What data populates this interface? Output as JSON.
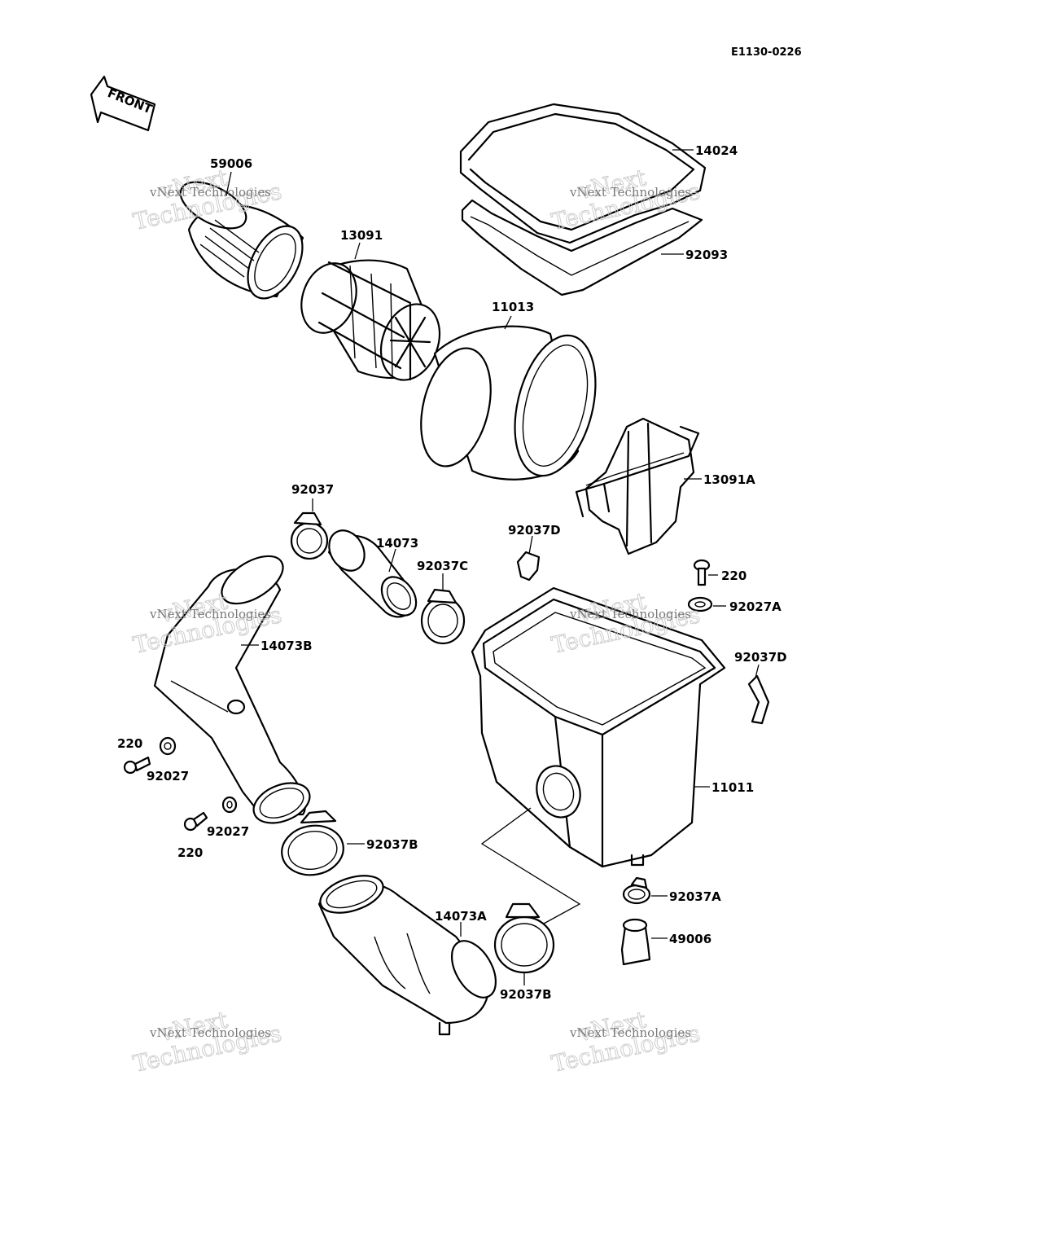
{
  "diagram_code": "E1130-0226",
  "front_arrow_label": "FRONT",
  "watermark": {
    "line1": "vNext",
    "line2": "Technologies",
    "small": "vNext Technologies"
  },
  "part_labels": {
    "p59006": "59006",
    "p13091": "13091",
    "p14024": "14024",
    "p92093": "92093",
    "p11013": "11013",
    "p13091A": "13091A",
    "p92037_top": "92037",
    "p14073": "14073",
    "p92037D_top": "92037D",
    "p92037C": "92037C",
    "p220_right": "220",
    "p92027A": "92027A",
    "p14073B": "14073B",
    "p92037D_right": "92037D",
    "p220_left": "220",
    "p92027_upper": "92027",
    "p11011": "11011",
    "p92027_lower": "92027",
    "p220_lower": "220",
    "p92037B_mid": "92037B",
    "p92037A": "92037A",
    "p14073A": "14073A",
    "p49006": "49006",
    "p92037B_bottom": "92037B"
  }
}
